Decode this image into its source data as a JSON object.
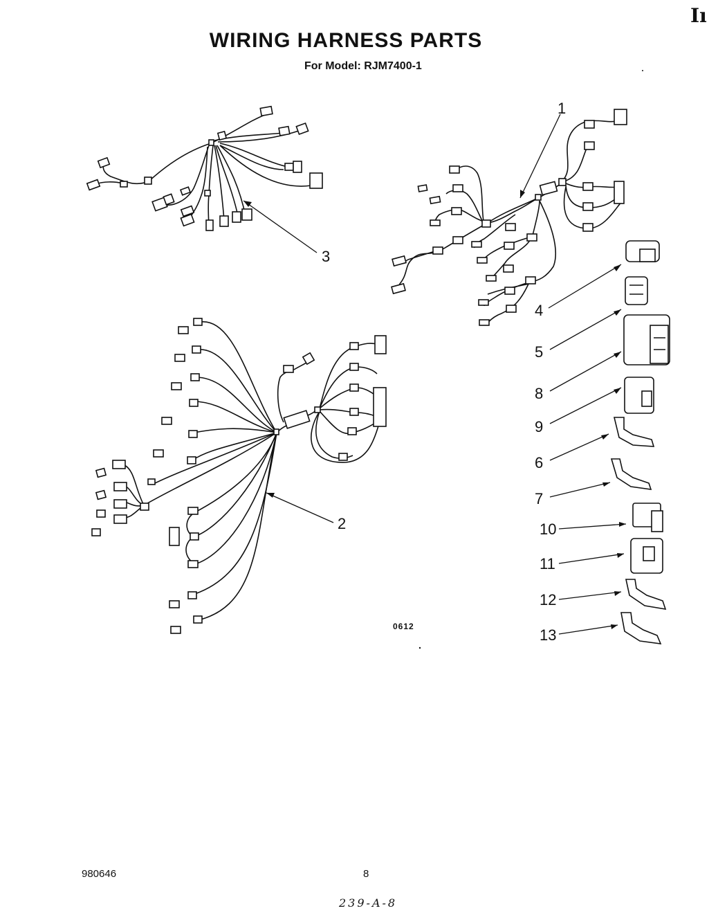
{
  "page": {
    "title": "WIRING HARNESS PARTS",
    "subtitle": "For Model: RJM7400-1",
    "corner_mark": "Iı",
    "figure_code": "0612",
    "document_number": "980646",
    "page_number": "8",
    "handwritten_note": "239-A-8"
  },
  "callouts": {
    "c1": "1",
    "c2": "2",
    "c3": "3",
    "c4": "4",
    "c5": "5",
    "c6": "6",
    "c7": "7",
    "c8": "8",
    "c9": "9",
    "c10": "10",
    "c11": "11",
    "c12": "12",
    "c13": "13"
  }
}
